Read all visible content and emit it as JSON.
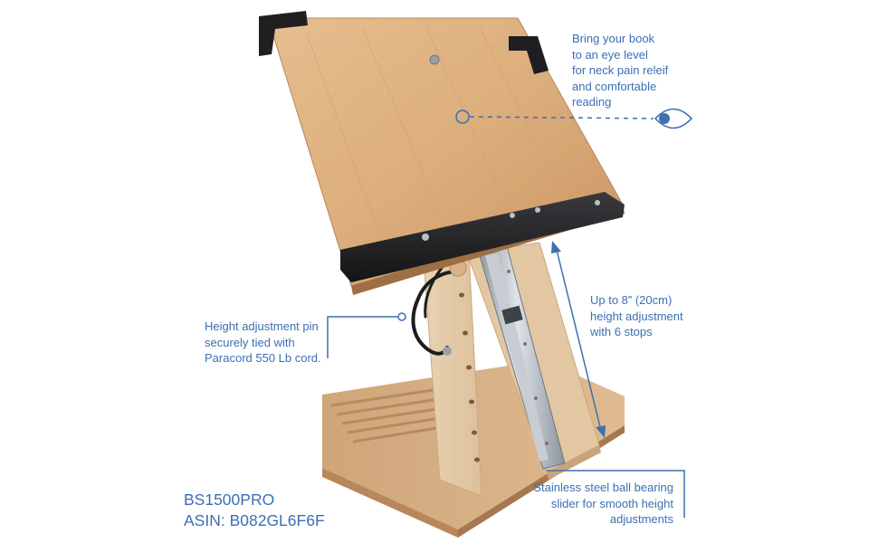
{
  "colors": {
    "callout_blue": "#3c6fb4",
    "wood_light": "#e2b98a",
    "wood_mid": "#d4a06a",
    "plywood": "#e7cfae",
    "steel": "#b9c0c8",
    "black_parts": "#1f1f22"
  },
  "callouts": {
    "eye_level": {
      "lines": [
        "Bring your book",
        "to an eye level",
        "for neck pain releif",
        "and comfortable",
        "reading"
      ],
      "icon": "eye-icon"
    },
    "height_adjust": {
      "lines": [
        "Up to 8” (20cm)",
        "height adjustment",
        "with 6 stops"
      ]
    },
    "pin": {
      "lines": [
        "Height adjustment pin",
        "securely tied with",
        "Paracord 550 Lb cord."
      ]
    },
    "slider": {
      "lines": [
        "Stainless steel ball bearing",
        "slider for smooth height",
        "adjustments"
      ]
    }
  },
  "product": {
    "model": "BS1500PRO",
    "asin": "ASIN: B082GL6F6F"
  }
}
